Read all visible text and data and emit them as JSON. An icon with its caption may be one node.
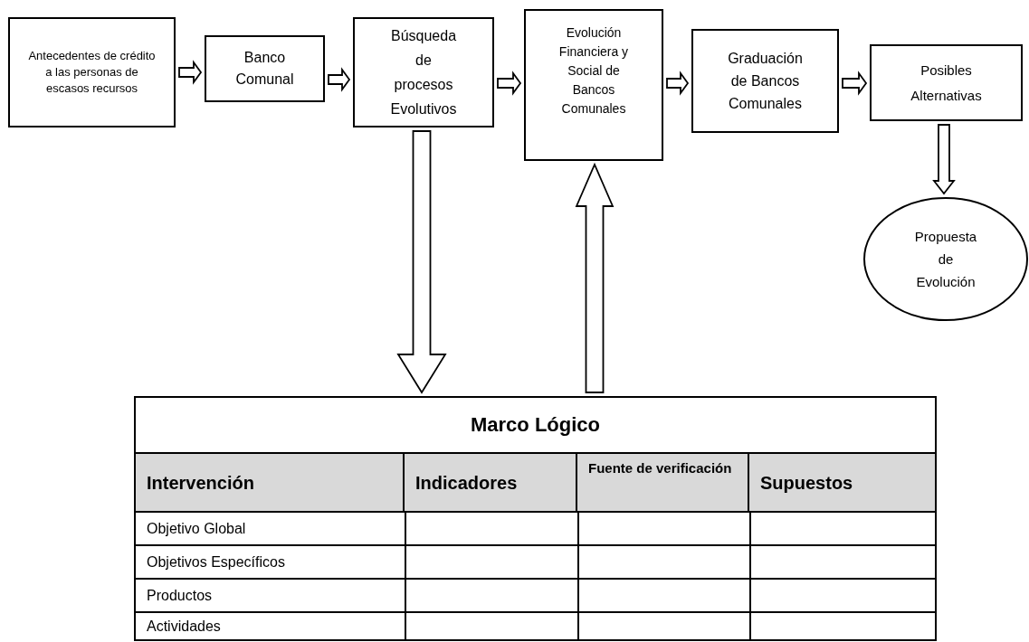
{
  "diagram": {
    "nodes": [
      {
        "text": [
          "Antecedentes de crédito a las personas de escasos recursos"
        ]
      },
      {
        "text": [
          "Banco Comunal"
        ]
      },
      {
        "text": [
          "Búsqueda de procesos Evolutivos"
        ]
      },
      {
        "text": [
          "Evolución Financiera y Social de Bancos Comunales"
        ]
      },
      {
        "text": [
          "Graduación de Bancos Comunales"
        ]
      },
      {
        "text": [
          "Posibles Alternativas"
        ]
      },
      {
        "text": [
          "Propuesta de Evolución"
        ]
      },
      {
        "text": [
          "Marco Lógico"
        ]
      }
    ],
    "edges": [
      {
        "from": 0,
        "to": 1,
        "arrow": "to"
      },
      {
        "from": 1,
        "to": 2,
        "arrow": "to"
      },
      {
        "from": 2,
        "to": 3,
        "arrow": "to"
      },
      {
        "from": 3,
        "to": 4,
        "arrow": "to"
      },
      {
        "from": 4,
        "to": 5,
        "arrow": "to"
      },
      {
        "from": 5,
        "to": 6,
        "arrow": "to"
      },
      {
        "from": 2,
        "to": 7,
        "arrow": "to"
      },
      {
        "from": 7,
        "to": 3,
        "arrow": "to"
      }
    ],
    "labels": [
      "Intervención",
      "Indicadores",
      "Fuente de verificación",
      "Supuestos",
      "Objetivo Global",
      "Objetivos Específicos",
      "Productos",
      "Actividades"
    ]
  }
}
